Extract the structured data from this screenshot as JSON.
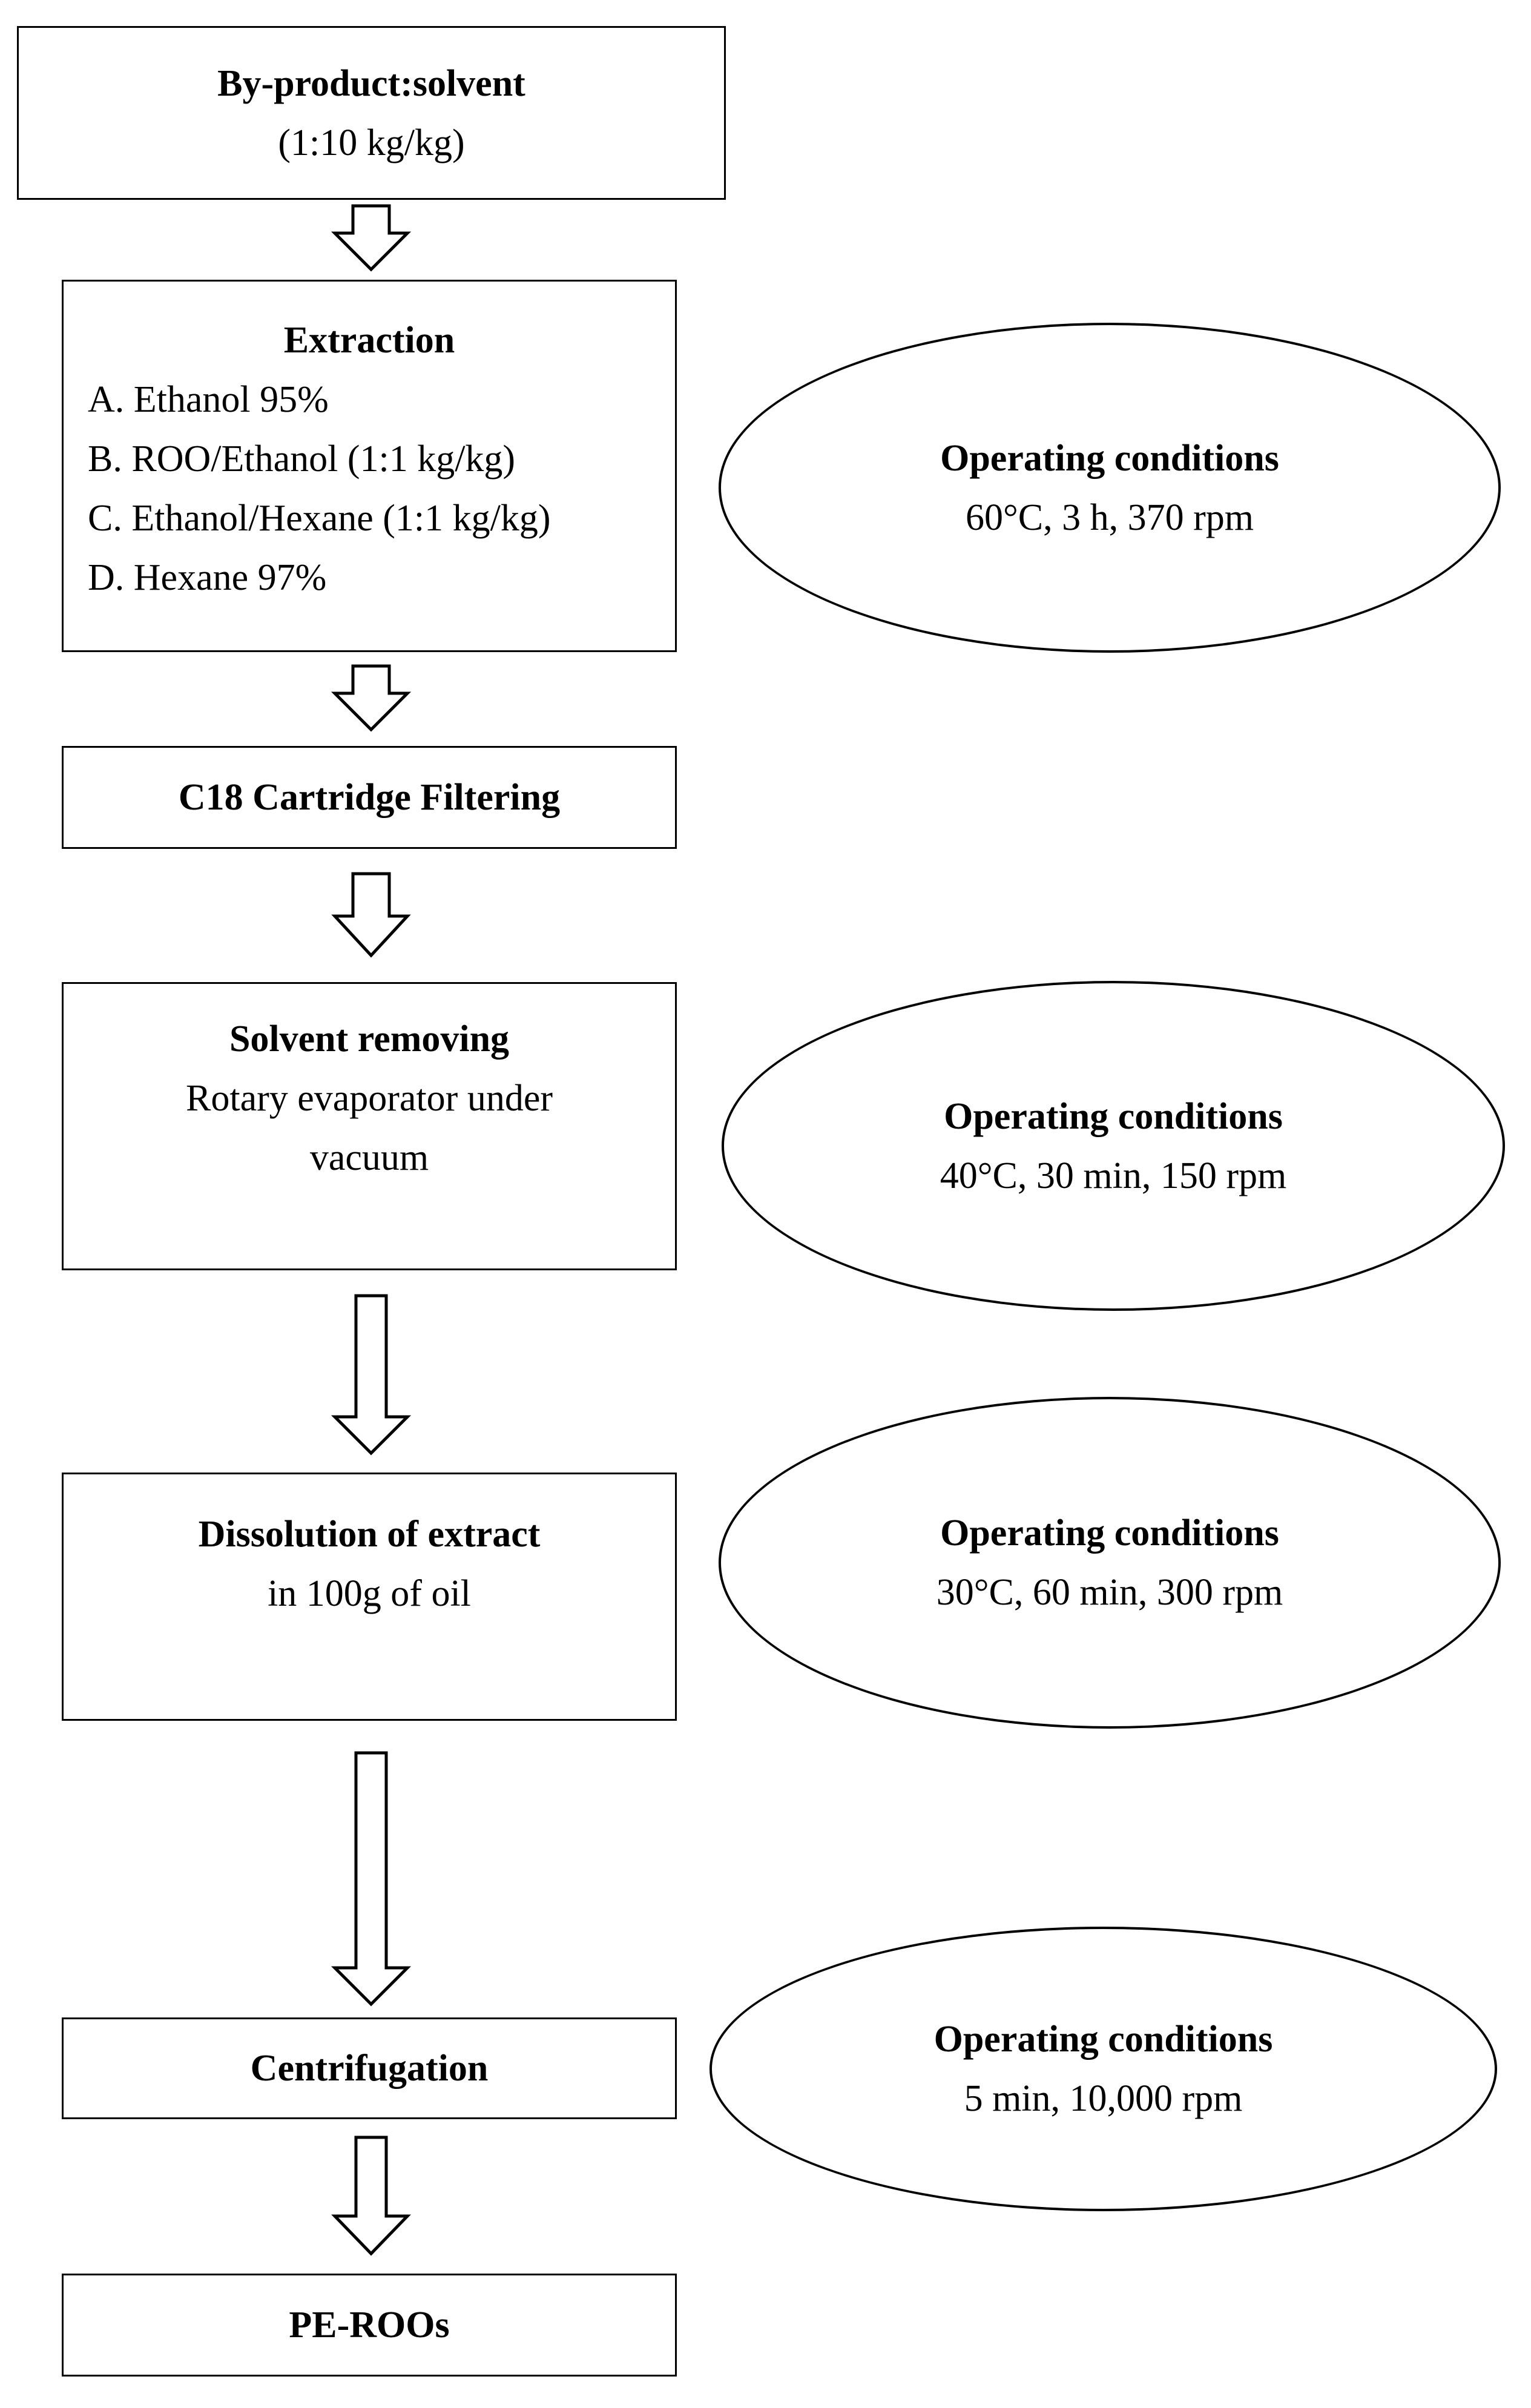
{
  "steps": {
    "byproduct": {
      "title": "By-product:solvent",
      "detail": "(1:10 kg/kg)"
    },
    "extraction": {
      "title": "Extraction",
      "items": [
        "A. Ethanol 95%",
        "B. ROO/Ethanol (1:1 kg/kg)",
        "C. Ethanol/Hexane (1:1 kg/kg)",
        "D. Hexane 97%"
      ]
    },
    "filtering": {
      "title": "C18 Cartridge Filtering"
    },
    "solvent_removing": {
      "title": "Solvent removing",
      "detail_lines": [
        "Rotary evaporator under",
        "vacuum"
      ]
    },
    "dissolution": {
      "title": "Dissolution of extract",
      "detail": "in 100g of oil"
    },
    "centrifugation": {
      "title": "Centrifugation"
    },
    "product": {
      "title": "PE-ROOs"
    }
  },
  "conditions": [
    {
      "title": "Operating conditions",
      "value": "60°C, 3 h, 370 rpm"
    },
    {
      "title": "Operating conditions",
      "value": "40°C, 30 min, 150 rpm"
    },
    {
      "title": "Operating conditions",
      "value": "30°C, 60 min, 300 rpm"
    },
    {
      "title": "Operating conditions",
      "value": "5 min, 10,000 rpm"
    }
  ]
}
